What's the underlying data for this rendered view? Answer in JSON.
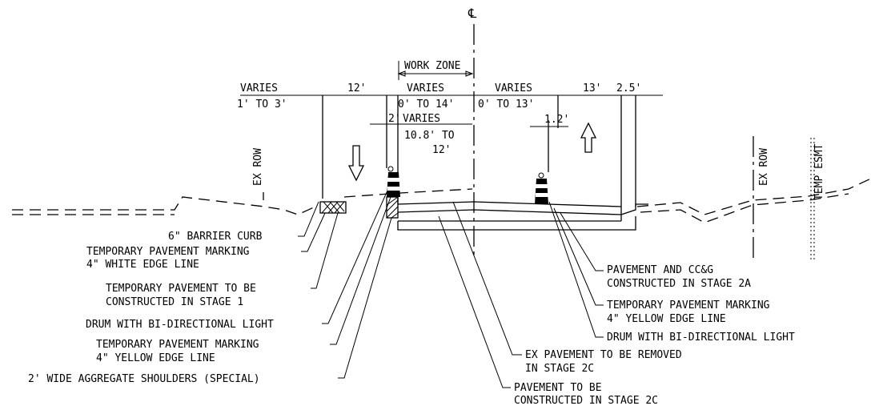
{
  "centerline_symbol": "℄",
  "dimensions": {
    "work_zone": "WORK ZONE",
    "varies_left": "VARIES",
    "range_left": "1' TO 3'",
    "lane_left": "12'",
    "varies_center_left": "VARIES",
    "range_center_left": "0' TO 14'",
    "varies_center_right": "VARIES",
    "range_center_right": "0' TO 13'",
    "lane_right": "13'",
    "shoulder_right": "2.5'",
    "shoulder_2": "2'",
    "varies_pave": "VARIES",
    "range_pave_1": "10.8' TO",
    "range_pave_2": "12'",
    "gap_right": "1.2'"
  },
  "row_labels": {
    "ex_row_left": "EX ROW",
    "ex_row_right": "EX ROW",
    "temp_esmt": "TEMP ESMT"
  },
  "callouts_left": [
    "6\" BARRIER CURB",
    "TEMPORARY PAVEMENT MARKING",
    "4\" WHITE EDGE LINE",
    "TEMPORARY PAVEMENT TO BE",
    "CONSTRUCTED IN STAGE 1",
    "DRUM WITH BI-DIRECTIONAL LIGHT",
    "TEMPORARY PAVEMENT MARKING",
    "4\" YELLOW EDGE LINE",
    "2' WIDE AGGREGATE SHOULDERS (SPECIAL)"
  ],
  "callouts_right": [
    "PAVEMENT AND CC&G",
    "CONSTRUCTED IN STAGE 2A",
    "TEMPORARY PAVEMENT MARKING",
    "4\" YELLOW EDGE LINE",
    "DRUM WITH BI-DIRECTIONAL LIGHT"
  ],
  "callouts_bottom": [
    "EX PAVEMENT TO BE REMOVED",
    "IN STAGE 2C",
    "PAVEMENT TO BE",
    "CONSTRUCTED IN STAGE 2C"
  ]
}
